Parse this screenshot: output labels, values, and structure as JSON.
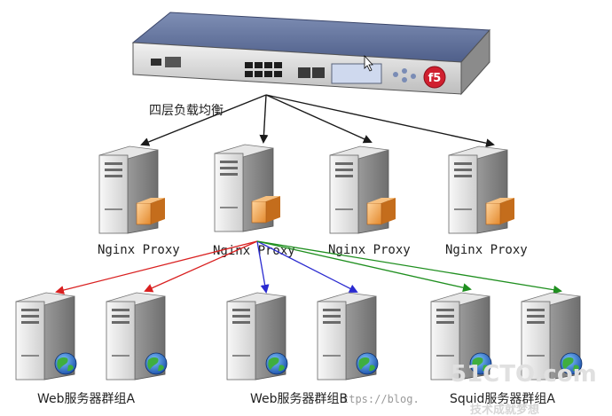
{
  "device": {
    "brand_badge": "f5",
    "label": "四层负载均衡"
  },
  "proxies": [
    {
      "label": "Nginx Proxy"
    },
    {
      "label": "Nginx Proxy"
    },
    {
      "label": "Nginx Proxy"
    },
    {
      "label": "Nginx Proxy"
    }
  ],
  "groups": [
    {
      "label": "Web服务器群组A"
    },
    {
      "label": "Web服务器群组B"
    },
    {
      "label": "Squid服务器群组A"
    }
  ],
  "watermark": {
    "url_fragment": "ttps://blog.",
    "site_logo": "51CTO.com",
    "site_tagline": "技术成就梦想"
  },
  "colors": {
    "arrow_device": "#1a1a1a",
    "arrow_group_a": "#d92020",
    "arrow_group_b": "#2a2ad0",
    "arrow_group_c": "#1f8f1f"
  }
}
